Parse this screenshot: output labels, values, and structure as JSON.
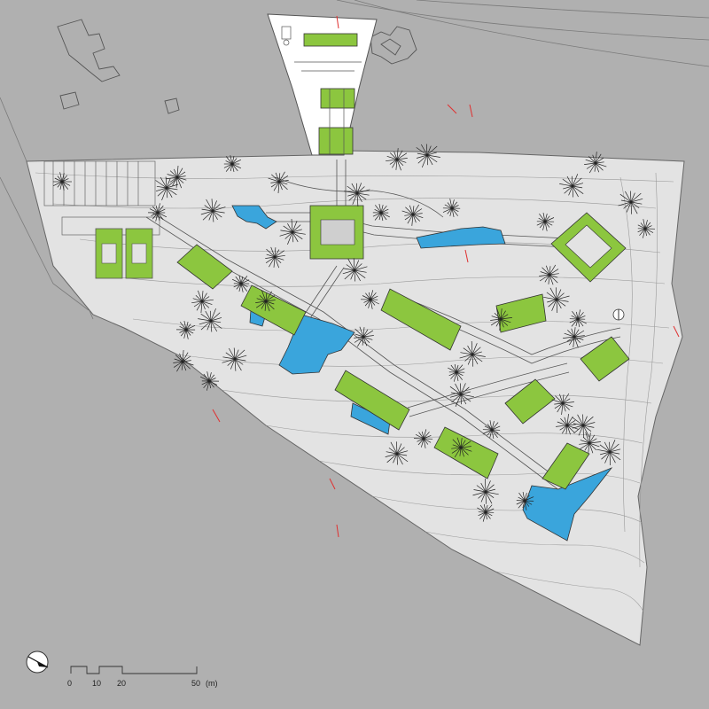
{
  "site_plan": {
    "colors": {
      "background": "#b0b0b0",
      "site": "#e3e3e3",
      "building": "#8cc63f",
      "pool": "#3aa5dc",
      "line": "#555555",
      "red_mark": "#e03030"
    },
    "scale_bar": {
      "unit": "(m)",
      "ticks": [
        "0",
        "10",
        "20",
        "50"
      ]
    },
    "north_arrow_icon": "north-arrow-icon",
    "tree_icon": "tree-icon"
  }
}
